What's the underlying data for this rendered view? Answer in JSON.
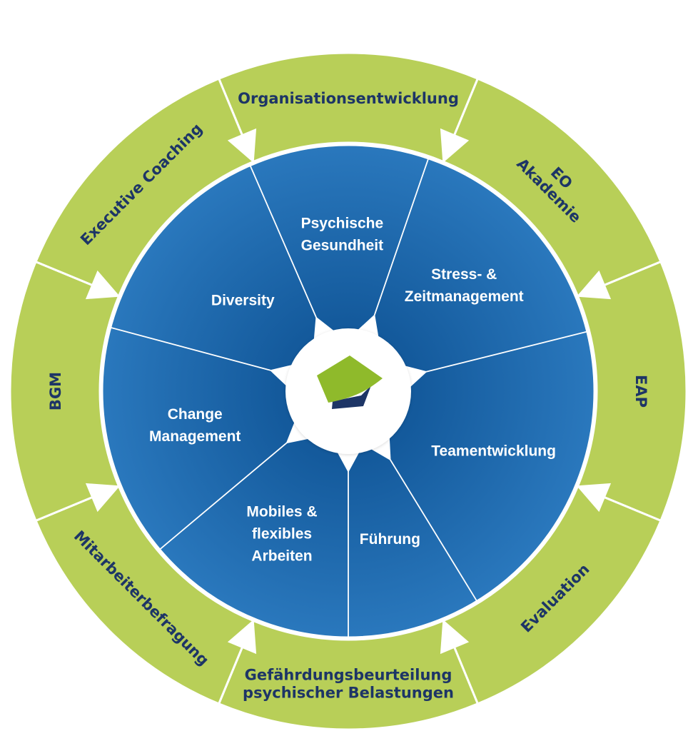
{
  "colors": {
    "outer_ring": "#b8cf58",
    "outer_ring_border": "#ffffff",
    "inner_dark": "#0b4e8f",
    "inner_light": "#2a78bd",
    "divider": "#ffffff",
    "outer_text": "#1d3566",
    "inner_text": "#ffffff",
    "logo_green": "#8fba2b",
    "logo_navy": "#1d3566"
  },
  "outer_segments": [
    {
      "lines": [
        "Organisationsentwicklung"
      ]
    },
    {
      "lines": [
        "EO",
        "Akademie"
      ]
    },
    {
      "lines": [
        "EAP"
      ]
    },
    {
      "lines": [
        "Evaluation"
      ]
    },
    {
      "lines": [
        "Gefährdungsbeurteilung",
        "psychischer Belastungen"
      ]
    },
    {
      "lines": [
        "Mitarbeiterbefragung"
      ]
    },
    {
      "lines": [
        "BGM"
      ]
    },
    {
      "lines": [
        "Executive Coaching"
      ]
    }
  ],
  "inner_segments": [
    {
      "lines": [
        "Psychische",
        "Gesundheit"
      ]
    },
    {
      "lines": [
        "Stress- &",
        "Zeitmanagement"
      ]
    },
    {
      "lines": [
        "Teamentwicklung"
      ]
    },
    {
      "lines": [
        "Führung"
      ]
    },
    {
      "lines": [
        "Mobiles &",
        "flexibles",
        "Arbeiten"
      ]
    },
    {
      "lines": [
        "Change",
        "Management"
      ]
    },
    {
      "lines": [
        "Diversity"
      ]
    }
  ],
  "center": {
    "logo_icon": "pentagon-logo-icon"
  }
}
